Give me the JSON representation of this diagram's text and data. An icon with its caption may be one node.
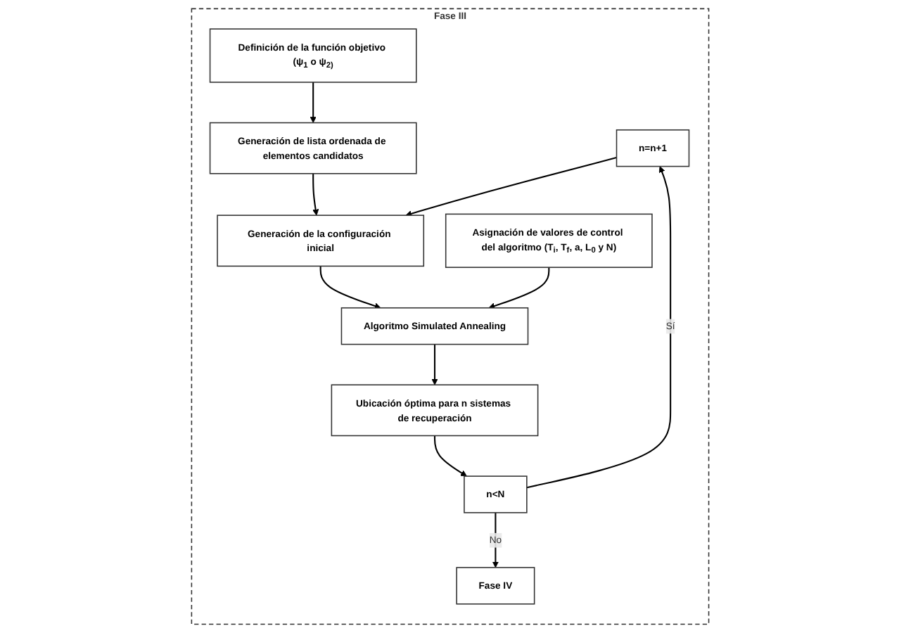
{
  "diagram": {
    "nodes": [
      {
        "text": [
          "Fase III"
        ]
      },
      {
        "text": [
          "Definición de la función objetivo (ψ$_{1}$ o ψ$_{2)}$"
        ],
        "in": 0
      },
      {
        "text": [
          "Generación de lista ordenada de elementos candidatos"
        ],
        "in": 0
      },
      {
        "text": [
          "Generación de la configuración inicial"
        ],
        "in": 0
      },
      {
        "text": [
          "Asignación de valores de control del algoritmo (T$_{i}$, T$_{f}$, a, L$_{0}$ y N)"
        ],
        "in": 0
      },
      {
        "text": [
          "Algoritmo Simulated Annealing"
        ],
        "in": 0
      },
      {
        "text": [
          "Ubicación óptima para n sistemas de recuperación"
        ],
        "in": 0
      },
      {
        "text": [
          "n<N"
        ],
        "in": 0
      },
      {
        "text": [
          "n=n+1"
        ],
        "in": 0
      },
      {
        "text": [
          "Fase IV"
        ],
        "in": 0
      }
    ],
    "edges": [
      {
        "from": 1,
        "to": 2,
        "arrow": "to"
      },
      {
        "from": 2,
        "to": 3,
        "arrow": "to"
      },
      {
        "from": 3,
        "to": 5,
        "arrow": "to"
      },
      {
        "from": 4,
        "to": 5,
        "arrow": "to"
      },
      {
        "from": 5,
        "to": 6,
        "arrow": "to"
      },
      {
        "from": 6,
        "to": 7,
        "arrow": "to"
      },
      {
        "from": 7,
        "to": 8,
        "label": "Sí",
        "arrow": "to"
      },
      {
        "from": 8,
        "to": 3,
        "arrow": "to"
      },
      {
        "from": 7,
        "to": 9,
        "label": "No",
        "arrow": "to"
      }
    ]
  }
}
